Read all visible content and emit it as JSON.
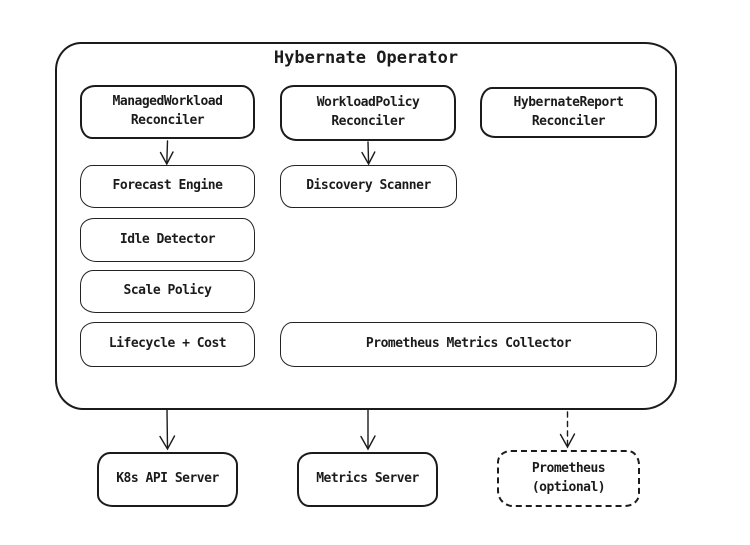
{
  "title": "Hybernate Operator",
  "operator": {
    "managed_workload_reconciler": "ManagedWorkload\nReconciler",
    "workload_policy_reconciler": "WorkloadPolicy\nReconciler",
    "hybernate_report_reconciler": "HybernateReport\nReconciler",
    "forecast_engine": "Forecast Engine",
    "discovery_scanner": "Discovery Scanner",
    "idle_detector": "Idle Detector",
    "scale_policy": "Scale Policy",
    "lifecycle_cost": "Lifecycle + Cost",
    "prometheus_metrics_collector": "Prometheus Metrics Collector"
  },
  "external": {
    "k8s_api_server": "K8s API Server",
    "metrics_server": "Metrics Server",
    "prometheus_optional": "Prometheus\n(optional)"
  },
  "colors": {
    "stroke": "#1b1b1b",
    "background": "#ffffff"
  }
}
